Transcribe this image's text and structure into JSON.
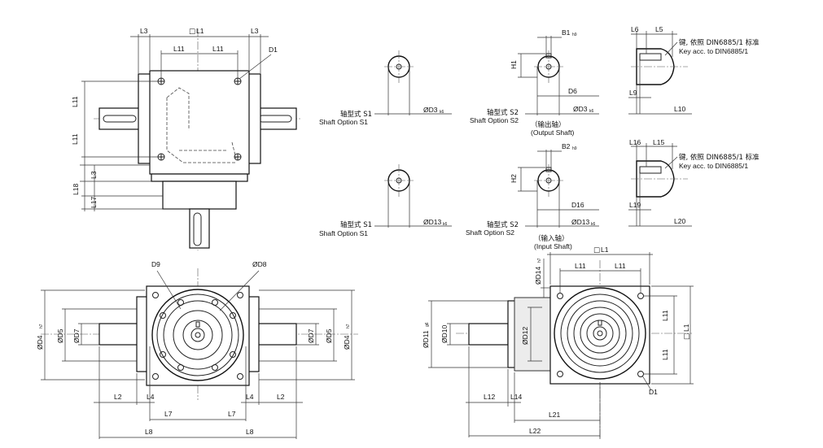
{
  "labels": {
    "L1": "L1",
    "L2": "L2",
    "L3": "L3",
    "L4": "L4",
    "L5": "L5",
    "L6": "L6",
    "L7": "L7",
    "L8": "L8",
    "L9": "L9",
    "L10": "L10",
    "L11": "L11",
    "L12": "L12",
    "L14": "L14",
    "L15": "L15",
    "L16": "L16",
    "L17": "L17",
    "L18": "L18",
    "L19": "L19",
    "L20": "L20",
    "L21": "L21",
    "L22": "L22",
    "B1": "B1",
    "B2": "B2",
    "H1": "H1",
    "H2": "H2",
    "D1": "D1",
    "D6": "D6",
    "D9": "D9",
    "D16": "D16",
    "OD3": "ØD3",
    "OD4": "ØD4",
    "OD5": "ØD5",
    "OD7": "ØD7",
    "OD8": "ØD8",
    "OD10": "ØD10",
    "OD11": "ØD11",
    "OD12": "ØD12",
    "OD13": "ØD13",
    "OD14": "ØD14"
  },
  "tolerances": {
    "h9": "h9",
    "k6": "k6",
    "h7": "h7",
    "g6": "g6"
  },
  "square": "□",
  "shaft_options": {
    "s1_cn": "轴型式 S1",
    "s1_en": "Shaft Option S1",
    "s2_cn": "轴型式 S2",
    "s2_en": "Shaft Option S2"
  },
  "output_shaft": {
    "cn": "（输出轴）",
    "en": "(Output Shaft)"
  },
  "input_shaft": {
    "cn": "（输入轴）",
    "en": "(Input Shaft)"
  },
  "key_note": {
    "cn": "键, 依照 DIN6885/1 标准",
    "en": "Key acc. to DIN6885/1"
  }
}
